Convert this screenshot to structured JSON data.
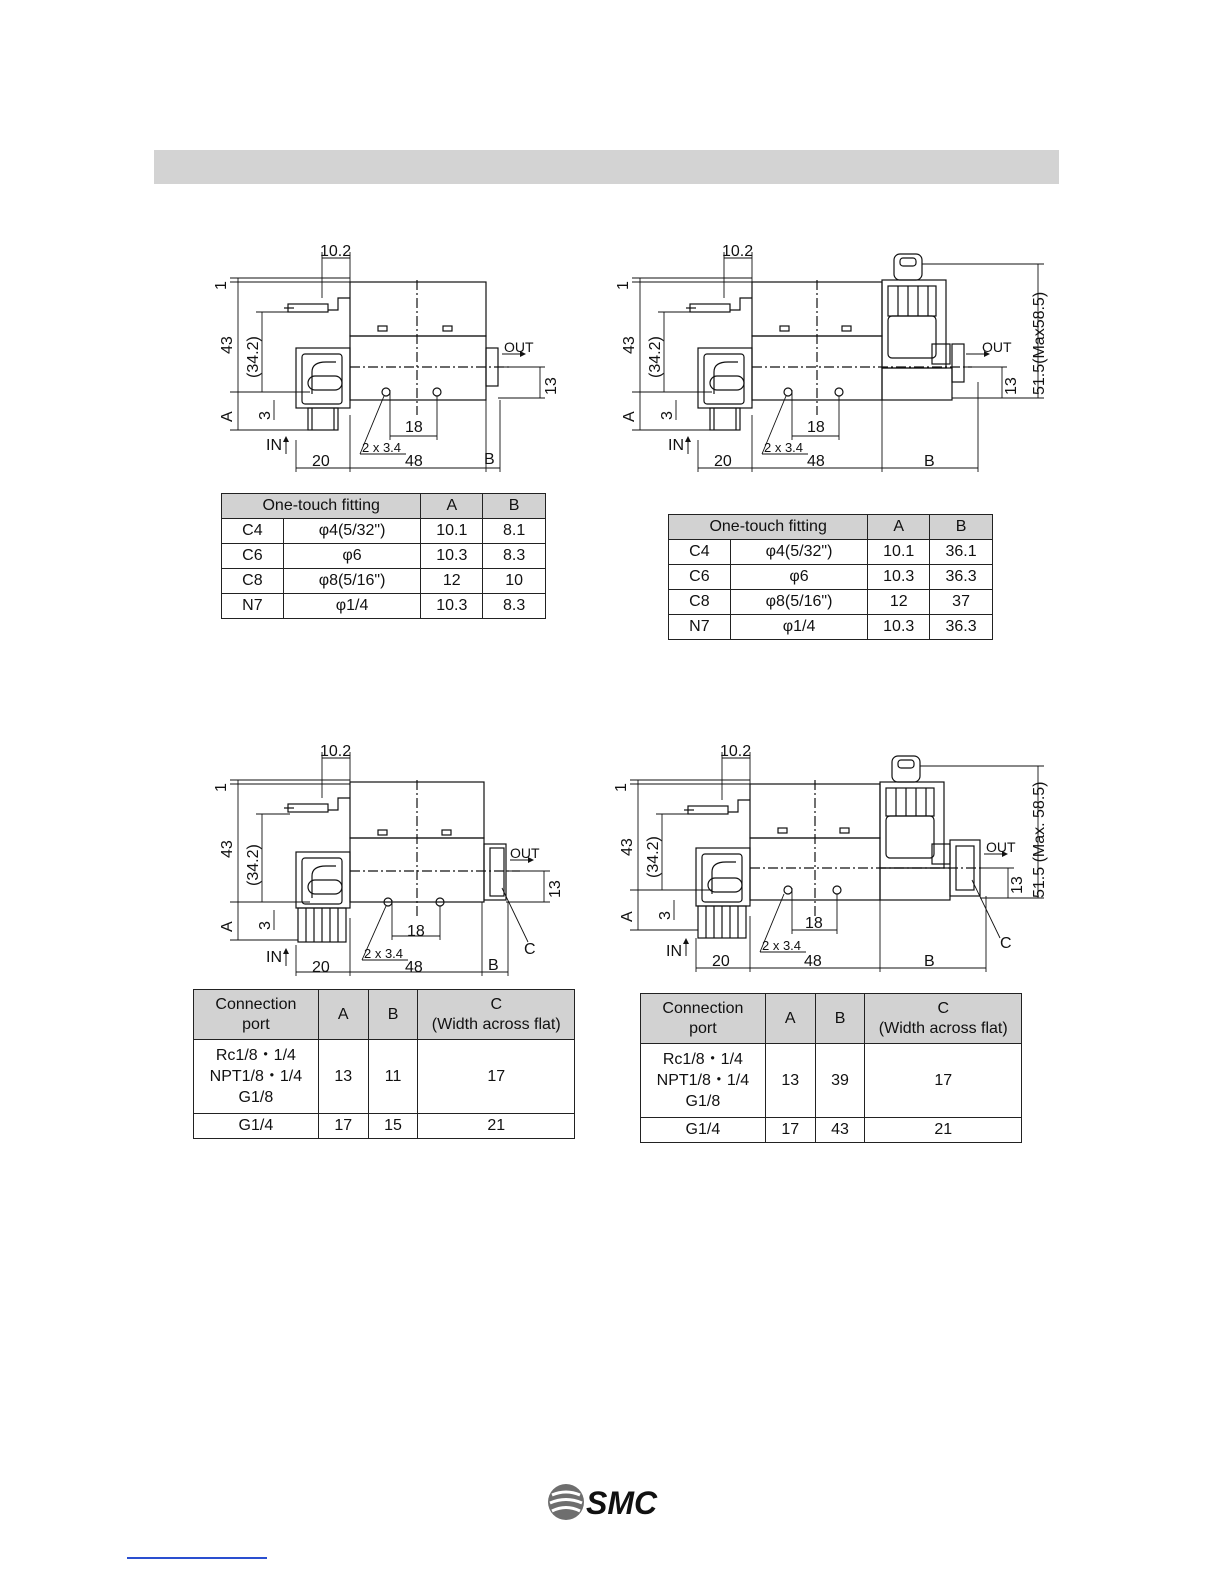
{
  "drawings": {
    "dim_top": "10.2",
    "dim_1": "1",
    "dim_43": "43",
    "dim_342": "(34.2)",
    "dim_3": "3",
    "dim_A": "A",
    "dim_13": "13",
    "dim_18": "18",
    "dim_holes": "2 x 3.4",
    "dim_20": "20",
    "dim_48": "48",
    "dim_B": "B",
    "dim_C": "C",
    "label_in": "IN",
    "label_out": "OUT",
    "dim_height_1": "51.5(Max58.5)",
    "dim_height_2": "51.5 (Max. 58.5)"
  },
  "table1": {
    "headers": [
      "One-touch fitting",
      "A",
      "B"
    ],
    "rows": [
      [
        "C4",
        "φ4(5/32\")",
        "10.1",
        "8.1"
      ],
      [
        "C6",
        "φ6",
        "10.3",
        "8.3"
      ],
      [
        "C8",
        "φ8(5/16\")",
        "12",
        "10"
      ],
      [
        "N7",
        "φ1/4",
        "10.3",
        "8.3"
      ]
    ]
  },
  "table2": {
    "headers": [
      "One-touch fitting",
      "A",
      "B"
    ],
    "rows": [
      [
        "C4",
        "φ4(5/32\")",
        "10.1",
        "36.1"
      ],
      [
        "C6",
        "φ6",
        "10.3",
        "36.3"
      ],
      [
        "C8",
        "φ8(5/16\")",
        "12",
        "37"
      ],
      [
        "N7",
        "φ1/4",
        "10.3",
        "36.3"
      ]
    ]
  },
  "table3": {
    "headers": [
      "Connection\nport",
      "A",
      "B",
      "C\n(Width across flat)"
    ],
    "rows": [
      [
        "Rc1/8・1/4\nNPT1/8・1/4\nG1/8",
        "13",
        "11",
        "17"
      ],
      [
        "G1/4",
        "17",
        "15",
        "21"
      ]
    ]
  },
  "table4": {
    "headers": [
      "Connection\nport",
      "A",
      "B",
      "C\n(Width across flat)"
    ],
    "rows": [
      [
        "Rc1/8・1/4\nNPT1/8・1/4\nG1/8",
        "13",
        "39",
        "17"
      ],
      [
        "G1/4",
        "17",
        "43",
        "21"
      ]
    ]
  },
  "footer": {
    "logo_text": "SMC"
  }
}
